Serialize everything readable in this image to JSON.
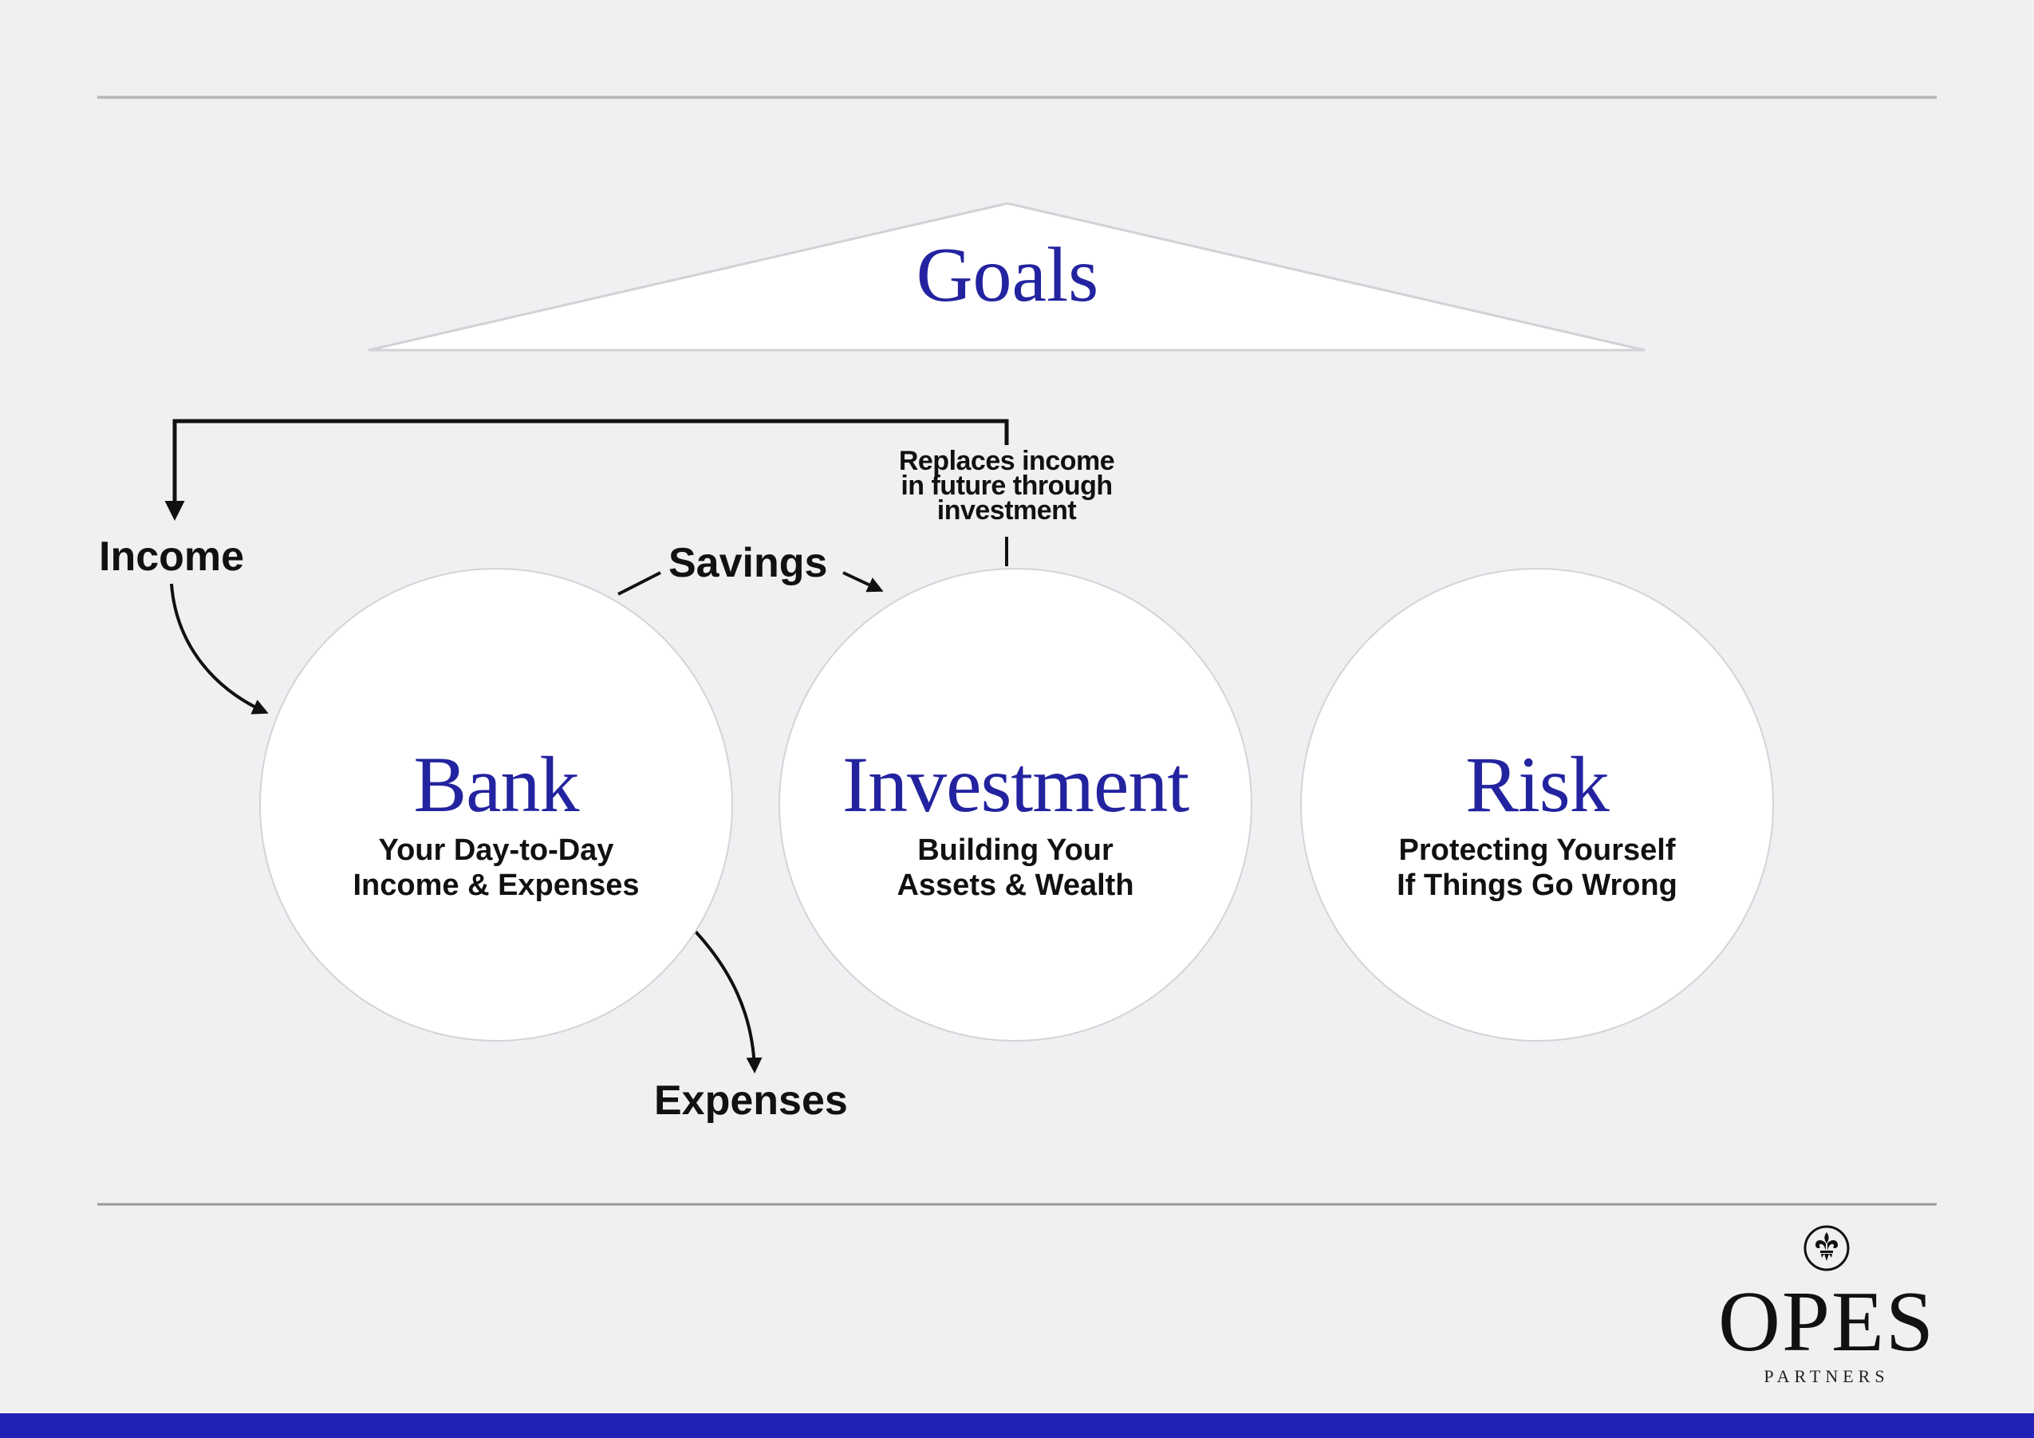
{
  "colors": {
    "background": "#f0f0f2",
    "accent": "#2323a0",
    "footer_bar": "#2121b8",
    "rule": "#bcbcbe",
    "text": "#111111"
  },
  "diagram": {
    "roof": {
      "label": "Goals",
      "shape": "triangle"
    },
    "pillars": [
      {
        "title": "Bank",
        "subtitle_line1": "Your Day-to-Day",
        "subtitle_line2": "Income & Expenses"
      },
      {
        "title": "Investment",
        "subtitle_line1": "Building Your",
        "subtitle_line2": "Assets & Wealth"
      },
      {
        "title": "Risk",
        "subtitle_line1": "Protecting Yourself",
        "subtitle_line2": "If Things Go Wrong"
      }
    ],
    "flows": {
      "income": "Income",
      "savings": "Savings",
      "expenses": "Expenses",
      "replaces_line1": "Replaces income",
      "replaces_line2": "in future through",
      "replaces_line3": "investment"
    }
  },
  "logo": {
    "icon": "fleur-de-lis-icon",
    "wordmark": "OPES",
    "subtitle": "PARTNERS"
  }
}
